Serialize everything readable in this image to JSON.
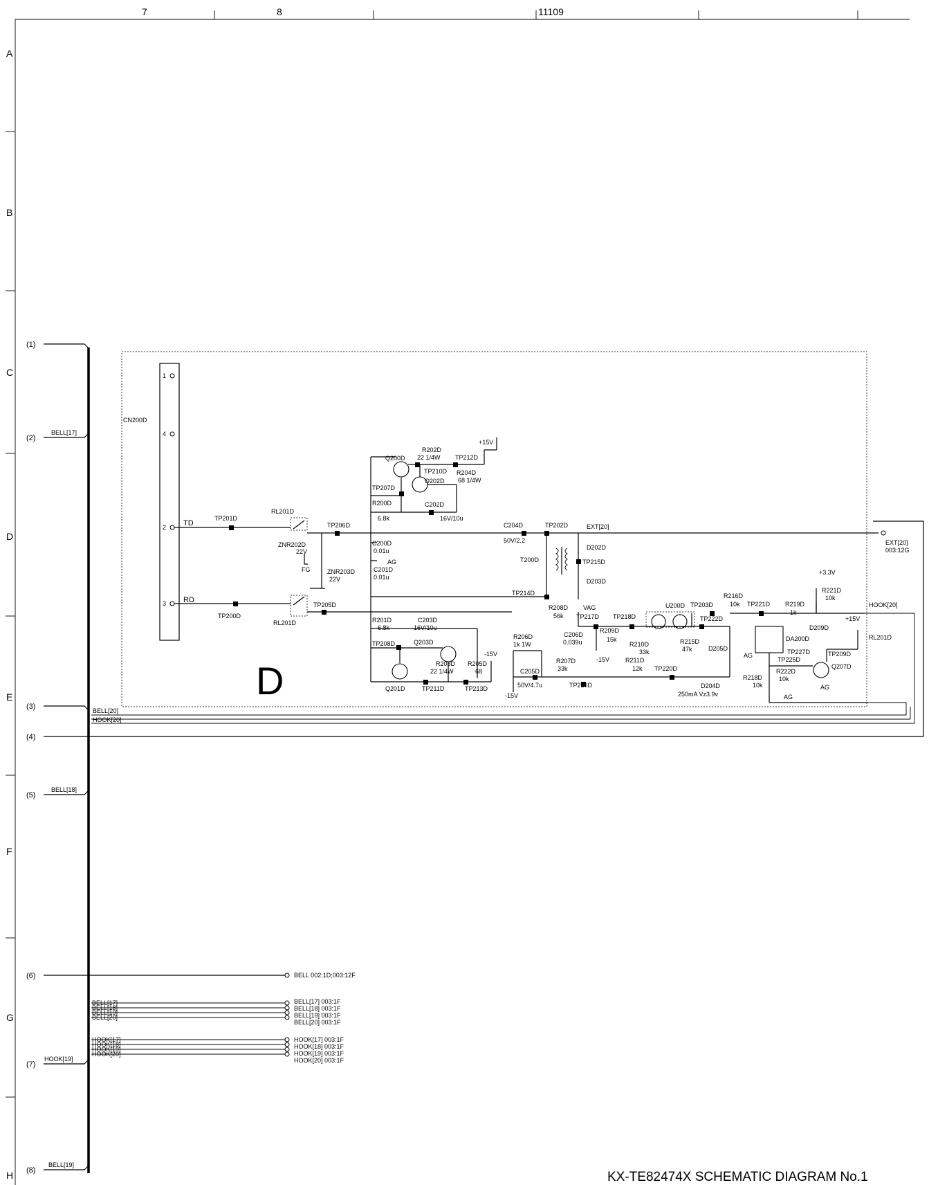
{
  "grid": {
    "columns": [
      "7",
      "8",
      "11109"
    ],
    "rows": [
      "A",
      "B",
      "C",
      "D",
      "E",
      "F",
      "G",
      "H"
    ]
  },
  "connectors": {
    "markers": [
      "(1)",
      "(2)",
      "(3)",
      "(4)",
      "(5)",
      "(6)",
      "(7)",
      "(8)"
    ],
    "left_labels": [
      "BELL[17]",
      "BELL[18]",
      "HOOK[19]",
      "BELL[19]"
    ]
  },
  "block_label": "D",
  "cn200d": {
    "name": "CN200D",
    "pins": [
      "1",
      "4",
      "2",
      "3"
    ],
    "td": "TD",
    "rd": "RD"
  },
  "components": {
    "tp201d": "TP201D",
    "tp200d": "TP200D",
    "rl201d_top": "RL201D",
    "rl201d_bottom": "RL201D",
    "rl201d_right": "RL201D",
    "znr202d": "ZNR202D",
    "znr202d_v": "22V",
    "znr203d": "ZNR203D",
    "znr203d_v": "22V",
    "fg": "FG",
    "tp206d": "TP206D",
    "tp205d": "TP205D",
    "c200d": "C200D",
    "c200d_v": "0.01u",
    "ag1": "AG",
    "c201d": "C201D",
    "c201d_v": "0.01u",
    "q200d": "Q200D",
    "r202d": "R202D",
    "r202d_v": "22 1/4W",
    "tp212d": "TP212D",
    "plus15v_1": "+15V",
    "tp210d": "TP210D",
    "r204d": "R204D",
    "r204d_v": "68 1/4W",
    "tp207d": "TP207D",
    "q202d": "Q202D",
    "r200d": "R200D",
    "r200d_v": "6.8k",
    "c202d": "C202D",
    "c202d_v": "16V/10u",
    "c204d": "C204D",
    "c204d_v": "50V/2.2",
    "tp202d": "TP202D",
    "ext20": "EXT[20]",
    "d202d": "D202D",
    "t200d": "T200D",
    "tp215d": "TP215D",
    "d203d": "D203D",
    "tp214d": "TP214D",
    "ext20_right": "EXT[20]",
    "ext20_right_ref": "003:12G",
    "r201d": "R201D",
    "r201d_v": "6.8k",
    "c203d": "C203D",
    "c203d_v": "16V/10u",
    "tp208d": "TP208D",
    "q203d": "Q203D",
    "minus15v_1": "-15V",
    "r203d": "R203D",
    "r203d_v": "22 1/4W",
    "r205d": "R205D",
    "r205d_v": "68",
    "q201d": "Q201D",
    "tp211d": "TP211D",
    "tp213d": "TP213D",
    "r206d": "R206D",
    "r206d_v": "1k 1W",
    "r207d": "R207D",
    "r207d_v": "33k",
    "c205d": "C205D",
    "c205d_v": "50V/4.7u",
    "minus15v_2": "-15V",
    "tp216d": "TP216D",
    "r208d": "R208D",
    "r208d_v": "56k",
    "vag": "VAG",
    "tp217d": "TP217D",
    "tp218d": "TP218D",
    "c206d": "C206D",
    "c206d_v": "0.039u",
    "r209d": "R209D",
    "r209d_v": "15k",
    "minus15v_3": "-15V",
    "u200d": "U200D",
    "r210d": "R210D",
    "r210d_v": "33k",
    "r215d": "R215D",
    "r215d_v": "47k",
    "tp203d": "TP203D",
    "tp222d": "TP222D",
    "d205d": "D205D",
    "r211d": "R211D",
    "r211d_v": "12k",
    "tp220d": "TP220D",
    "d204d": "D204D",
    "d204d_v": "250mA Vz3.9v",
    "r216d": "R216D",
    "r216d_v": "10k",
    "tp221d": "TP221D",
    "r219d": "R219D",
    "r219d_v": "1k",
    "plus3v3": "+3.3V",
    "r221d": "R221D",
    "r221d_v": "10k",
    "hook20_right": "HOOK[20]",
    "plus15v_2": "+15V",
    "d209d": "D209D",
    "da200d": "DA200D",
    "ag2": "AG",
    "tp227d": "TP227D",
    "tp209d": "TP209D",
    "tp225d": "TP225D",
    "q207d": "Q207D",
    "r218d": "R218D",
    "r218d_v": "10k",
    "r222d": "R222D",
    "r222d_v": "10k",
    "ag3": "AG",
    "ag4": "AG"
  },
  "bus_labels": {
    "bell20": "BELL[20]",
    "hook20": "HOOK[20]",
    "bell_group": [
      "BELL[17]",
      "BELL[18]",
      "BELL[19]",
      "BELL[20]"
    ],
    "hook_group": [
      "HOOK[17]",
      "HOOK[18]",
      "HOOK[19]",
      "HOOK[20]"
    ]
  },
  "offpage": {
    "bell_main": "BELL 002:1D;003:12F",
    "bell_refs": [
      "BELL[17]  003:1F",
      "BELL[18]  003:1F",
      "BELL[19]  003:1F",
      "BELL[20]  003:1F"
    ],
    "hook_refs": [
      "HOOK[17] 003:1F",
      "HOOK[18] 003:1F",
      "HOOK[19] 003:1F",
      "HOOK[20] 003:1F"
    ]
  },
  "title": "KX-TE82474X SCHEMATIC DIAGRAM No.1"
}
